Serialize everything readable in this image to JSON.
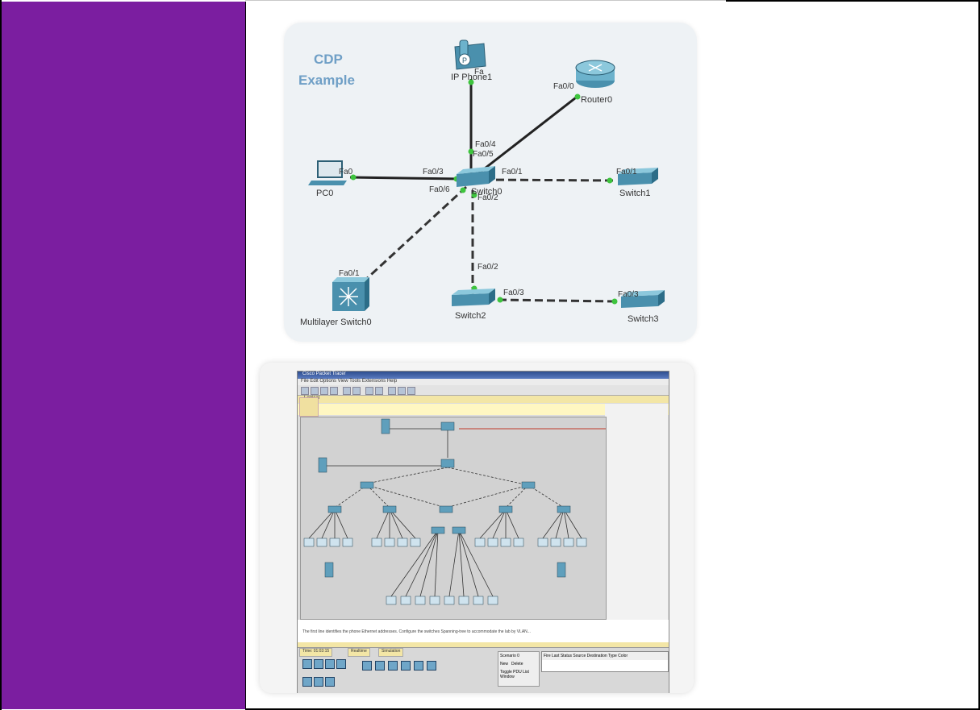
{
  "diagram_top": {
    "title_line1": "CDP",
    "title_line2": "Example",
    "devices": {
      "ip_phone": "IP Phone1",
      "router": "Router0",
      "pc": "PC0",
      "switch_center": "Switch0",
      "switch1": "Switch1",
      "switch2": "Switch2",
      "switch3": "Switch3",
      "multilayer": "Multilayer Switch0"
    },
    "ports": {
      "phone_port": "Fa",
      "router_port": "Fa0/0",
      "sw_fa04": "Fa0/4",
      "sw_fa05": "Fa0/5",
      "sw_fa03": "Fa0/3",
      "pc_fa0": "Fa0",
      "sw_fa01": "Fa0/1",
      "sw1_fa01": "Fa0/1",
      "sw_fa06": "Fa0/6",
      "sw_fa02": "Fa0/2",
      "ml_fa01": "Fa0/1",
      "sw2_fa02": "Fa0/2",
      "sw2_fa03": "Fa0/3",
      "sw3_fa03": "Fa0/3"
    },
    "colors": {
      "accent": "#6f9fc6",
      "link_port": "#3ec43e",
      "device": "#4a90ad"
    }
  },
  "diagram_bottom": {
    "titlebar": "Cisco Packet Tracer",
    "menu": "File  Edit  Options  View  Tools  Extensions  Help",
    "logical": "Logical",
    "infopanel": "The first line identifies the phone Ethernet addresses. Configure the switches Spanning-tree to accommodate the lab by VLAN...",
    "bottom_tabs": [
      "Time: 01:03:15",
      "Realtime",
      "Simulation"
    ],
    "table_header": "Fire  Last Status  Source  Destination  Type  Color",
    "mode_label": "Scenario 0",
    "mode_new": "New",
    "mode_delete": "Delete",
    "mode_toggle": "Toggle PDU List Window"
  }
}
